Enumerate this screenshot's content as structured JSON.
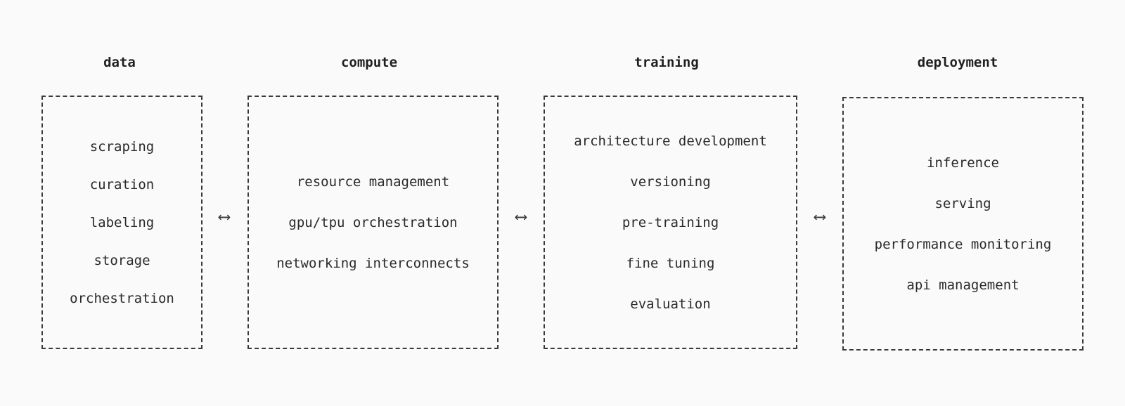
{
  "columns": [
    {
      "title": "data",
      "items": [
        "scraping",
        "curation",
        "labeling",
        "storage",
        "orchestration"
      ]
    },
    {
      "title": "compute",
      "items": [
        "resource management",
        "gpu/tpu orchestration",
        "networking interconnects"
      ]
    },
    {
      "title": "training",
      "items": [
        "architecture development",
        "versioning",
        "pre-training",
        "fine tuning",
        "evaluation"
      ]
    },
    {
      "title": "deployment",
      "items": [
        "inference",
        "serving",
        "performance monitoring",
        "api management"
      ]
    }
  ],
  "connector_glyph": "⟷",
  "colors": {
    "background": "#fafafa",
    "stroke": "#3a3a3a",
    "text": "#2a2a2a"
  }
}
